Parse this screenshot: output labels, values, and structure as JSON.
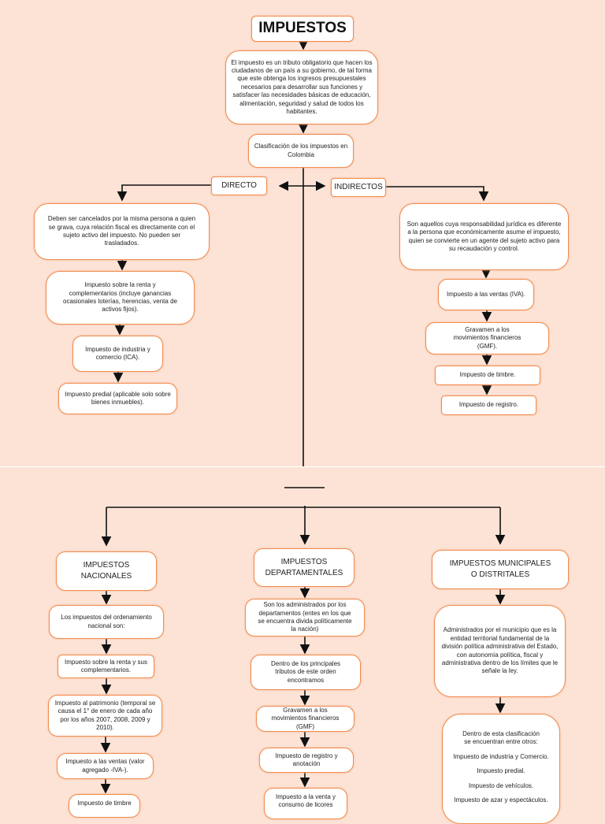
{
  "title": "IMPUESTOS",
  "definition": "El impuesto es un tributo obligatorio que hacen los ciudadanos de un país a su gobierno, de tal forma que este obtenga los ingresos presupuestales necesarios para desarrollar sus funciones y satisfacer las necesidades básicas de educación, alimentación, seguridad y salud de todos los habitantes.",
  "classification": "Clasificación de los impuestos en Colombia",
  "direct": {
    "label": "DIRECTO",
    "description": "Deben ser cancelados por la misma persona a quien se grava, cuya relación fiscal es directamente con el sujeto activo del impuesto. No pueden ser trasladados.",
    "items": [
      "Impuesto sobre la renta y complementarios (incluye ganancias ocasionales loterías, herencias, venta de activos fijos).",
      "Impuesto de industria y comercio (ICA).",
      "Impuesto predial (aplicable solo sobre bienes inmuebles)."
    ]
  },
  "indirect": {
    "label": "INDIRECTOS",
    "description": "Son aquellos cuya responsabilidad jurídica es diferente a la persona que económicamente asume el impuesto, quien se convierte en un agente del sujeto activo para su recaudación y control.",
    "items": [
      "Impuesto a las ventas (IVA).",
      "Gravamen a los movimientos financieros (GMF).",
      "Impuesto de timbre.",
      "Impuesto de registro."
    ]
  },
  "national": {
    "label": "IMPUESTOS NACIONALES",
    "description": "Los impuestos del ordenamiento nacional son:",
    "items": [
      "Impuesto sobre la renta y sus complementarios.",
      "Impuesto al patrimonio (temporal se causa el 1° de enero de cada año por los años 2007, 2008, 2009 y 2010).",
      "Impuesto a las ventas (valor agregado -IVA-).",
      "Impuesto de timbre"
    ]
  },
  "departmental": {
    "label": "IMPUESTOS DEPARTAMENTALES",
    "description": "Son los administrados por los departamentos (entes en los que se encuentra divida políticamente la nación)",
    "intro": "Dentro de los principales tributos de este orden encontramos",
    "items": [
      "Gravamen a los movimientos financieros (GMF)",
      "Impuesto de registro y anotación",
      "Impuesto a la venta y consumo de licores"
    ]
  },
  "municipal": {
    "label": "IMPUESTOS MUNICIPALES O DISTRITALES",
    "description": "Administrados por el municipio que es la entidad territorial fundamental de la división política administrativa del Estado, con autonomía política, fiscal y administrativa dentro de los límites que le señale la ley.",
    "intro": "Dentro de esta clasificación se encuentran entre otros:",
    "items": [
      "Impuesto de industria y Comercio.",
      "Impuesto predial.",
      "Impuesto de vehículos.",
      "Impuesto de azar y espectáculos."
    ]
  }
}
